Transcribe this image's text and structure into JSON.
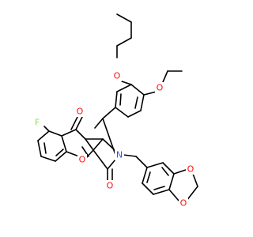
{
  "molecule": {
    "atoms": {
      "o_butoxy": {
        "symbol": "O",
        "color": "#ff0d0d"
      },
      "o_ethoxy": {
        "symbol": "O",
        "color": "#ff0d0d"
      },
      "o_carbonyl_9": {
        "symbol": "O",
        "color": "#ff0d0d"
      },
      "f_7": {
        "symbol": "F",
        "color": "#90e050"
      },
      "o_chromene": {
        "symbol": "O",
        "color": "#ff0d0d"
      },
      "n_2": {
        "symbol": "N",
        "color": "#3050f8"
      },
      "o_carbonyl_3": {
        "symbol": "O",
        "color": "#ff0d0d"
      },
      "o_dioxole_top": {
        "symbol": "O",
        "color": "#ff0d0d"
      },
      "o_dioxole_bottom": {
        "symbol": "O",
        "color": "#ff0d0d"
      }
    }
  }
}
